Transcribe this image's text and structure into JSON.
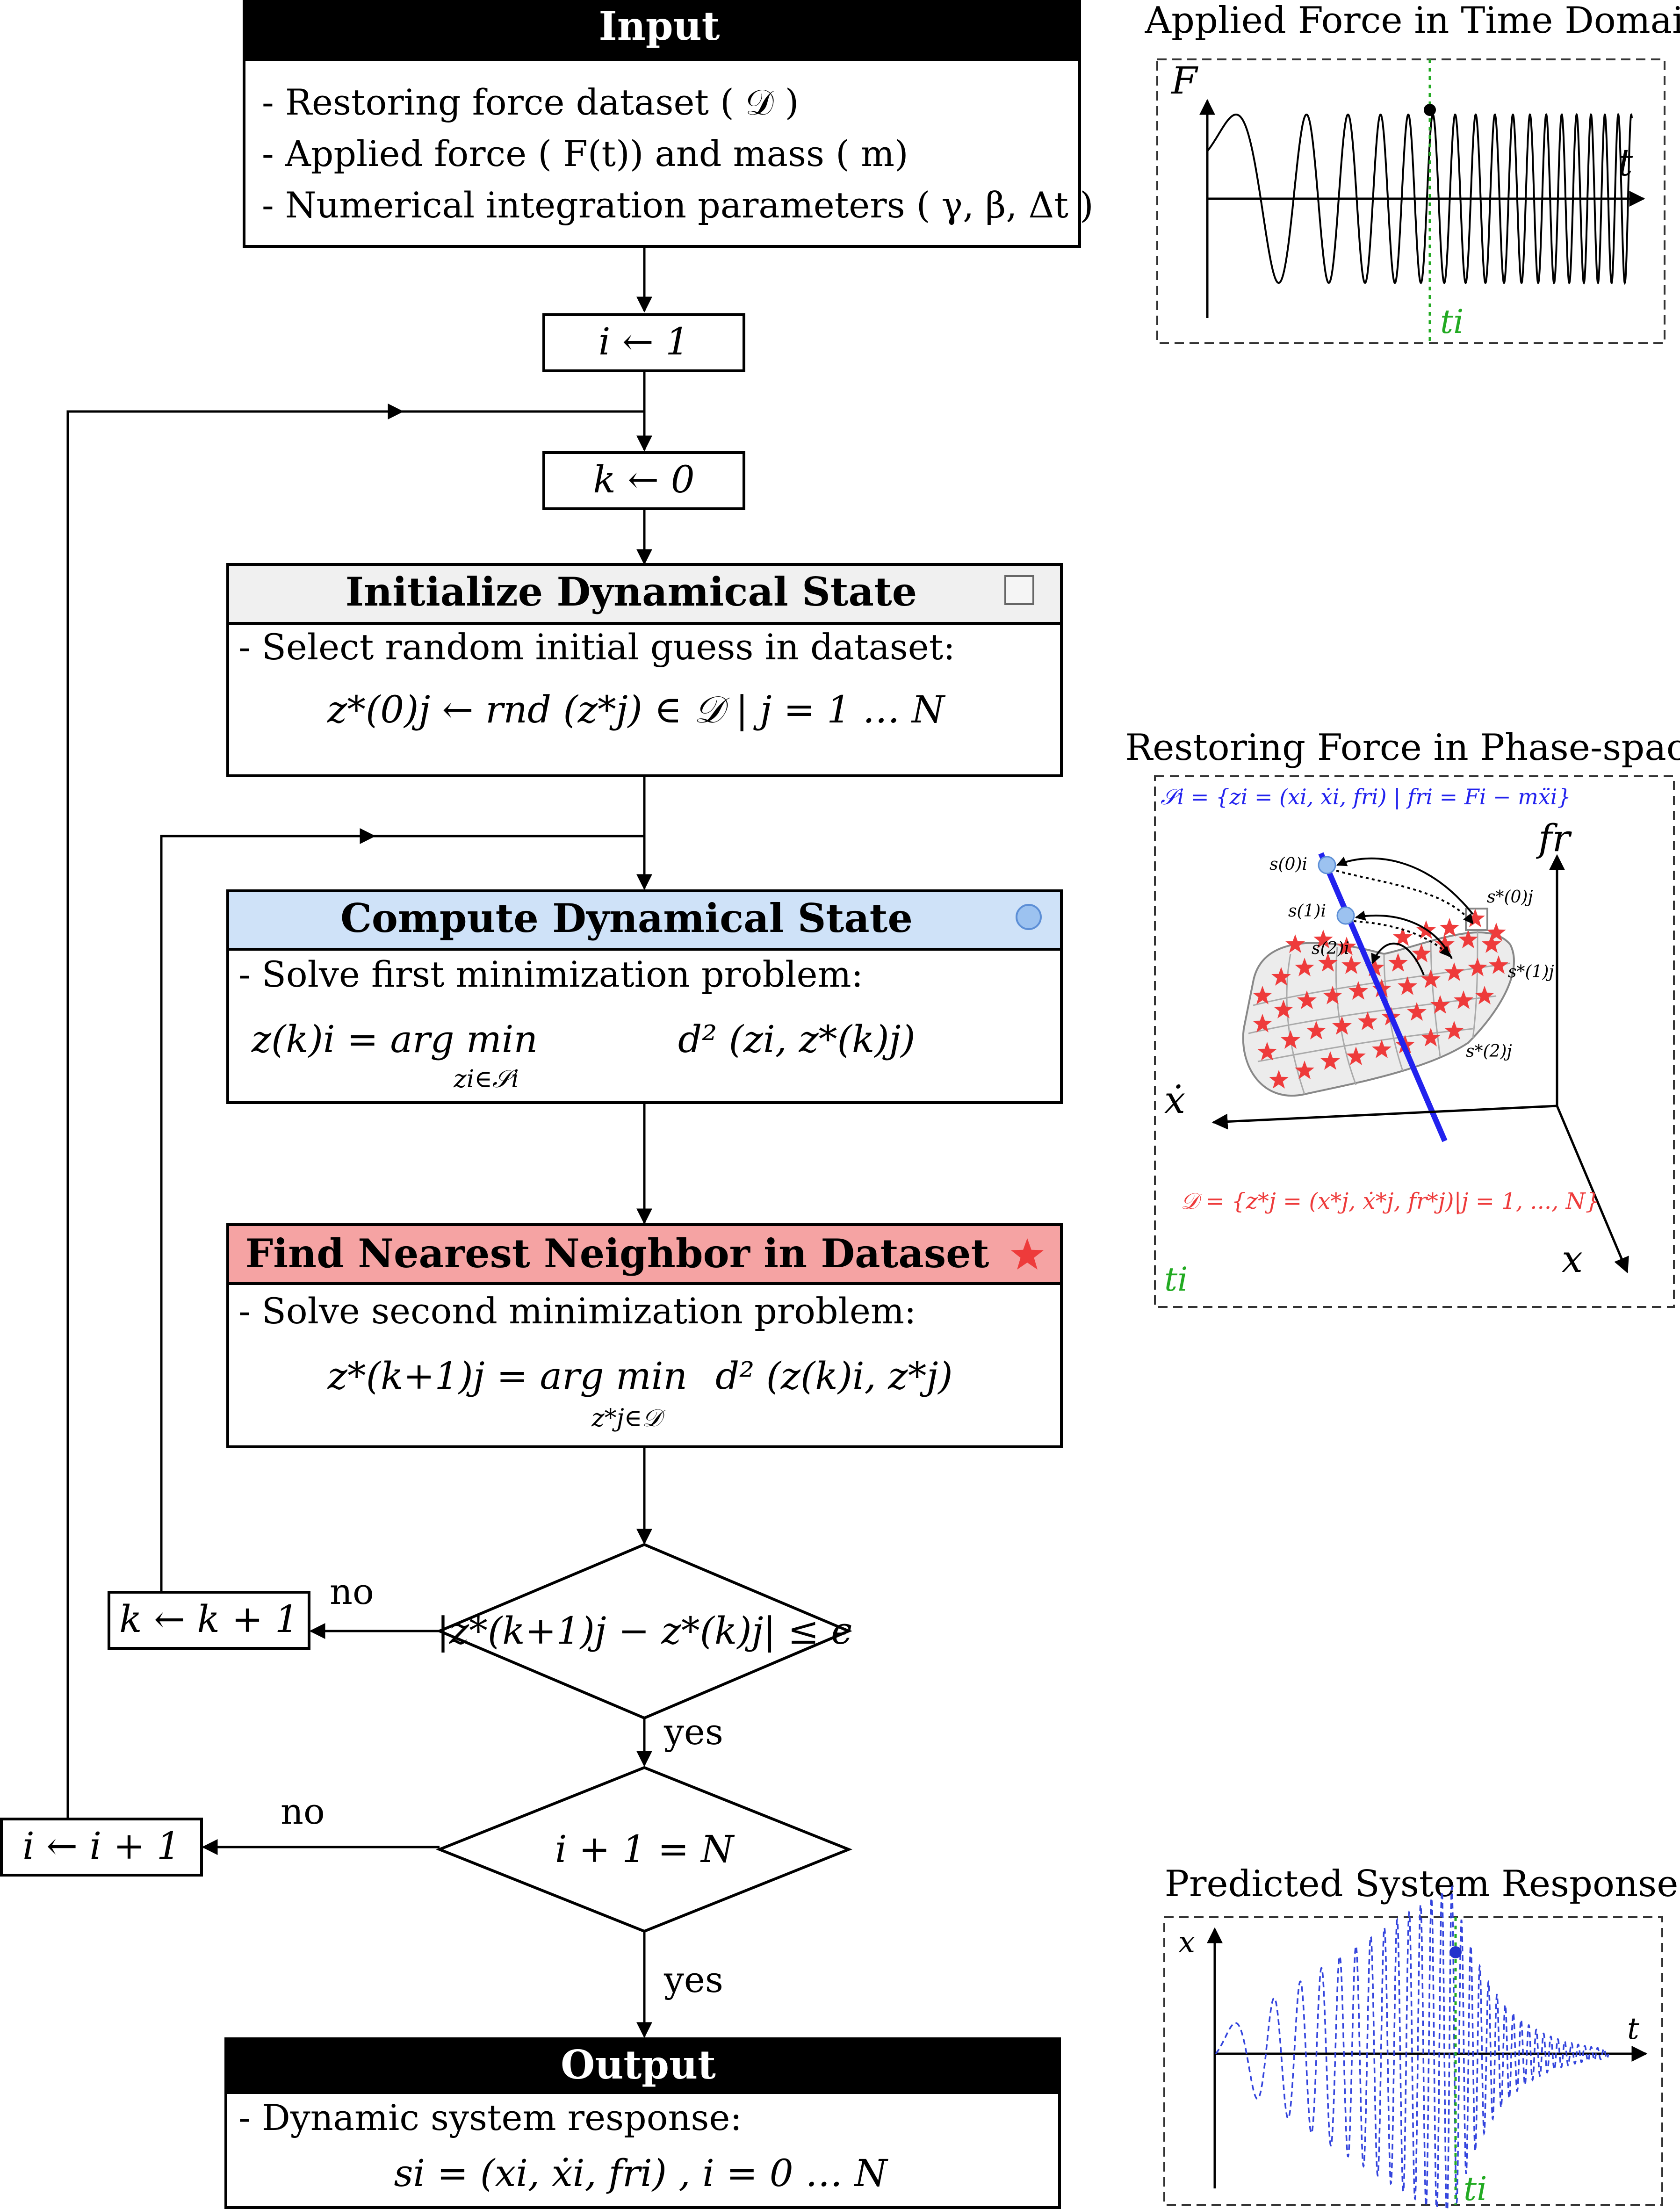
{
  "colors": {
    "input_header": "#000000",
    "init_header": "#f0f0f0",
    "compute_header": "#cfe2f8",
    "nearest_header": "#f5a3a3",
    "output_header": "#000000",
    "blue_marker": "#9cc2f0",
    "red_star": "#e83030",
    "blue_line": "#2222ee",
    "green_line": "#22aa22",
    "response_line": "#3344dd"
  },
  "icons": {
    "init": "square-outline-icon",
    "compute": "blue-circle-icon",
    "nearest": "red-star-icon"
  },
  "flowchart": {
    "input": {
      "title": "Input",
      "lines": [
        "- Restoring force dataset ( 𝒟 )",
        "- Applied force ( F(t)) and mass ( m)",
        "- Numerical integration parameters ( γ, β, Δt )"
      ]
    },
    "i_init": "i ← 1",
    "k_init": "k ← 0",
    "initialize": {
      "title": "Initialize Dynamical State",
      "text": "- Select random initial guess in dataset:",
      "equation": "z*(0)j ← rnd (z*j) ∈ 𝒟 | j = 1 … N"
    },
    "compute": {
      "title": "Compute Dynamical State",
      "text": "- Solve first minimization problem:",
      "equation_lhs": "z(k)i = arg min",
      "equation_sub": "zi∈𝒮i",
      "equation_rhs": "d² (zi, z*(k)j)"
    },
    "nearest": {
      "title": "Find Nearest Neighbor in Dataset",
      "text": "- Solve second minimization problem:",
      "equation_lhs": "z*(k+1)j = arg min",
      "equation_sub": "z*j∈𝒟",
      "equation_rhs": "d² (z(k)i, z*j)"
    },
    "convergence": "|z*(k+1)j − z*(k)j| ≤ ϵ",
    "k_increment": "k ← k + 1",
    "end_check": "i + 1 = N",
    "i_increment": "i ← i + 1",
    "no_label": "no",
    "yes_label": "yes",
    "output": {
      "title": "Output",
      "text": "- Dynamic system response:",
      "equation": "si = (xi, ẋi, fri) , i = 0 … N"
    }
  },
  "panels": {
    "force": {
      "title": "Applied Force in Time Domain",
      "y_label": "F",
      "x_label": "t",
      "marker_label": "ti"
    },
    "phase": {
      "title": "Restoring Force in Phase-space",
      "constraint_set": "𝒮i = {zi = (xi, ẋi, fri) | fri = Fi − mẍi}",
      "dataset": "𝒟 = {z*j = (x*j, ẋ*j, fr*j)|j = 1, ..., N}",
      "axis_fr": "fr",
      "axis_xdot": "ẋ",
      "axis_x": "x",
      "time_label": "ti",
      "s0": "s(0)i",
      "s1": "s(1)i",
      "s2": "s(2)i",
      "zs0": "s*(0)j",
      "zs1": "s*(1)j",
      "zs2": "s*(2)j"
    },
    "response": {
      "title": "Predicted System Response",
      "y_label": "x",
      "x_label": "t",
      "marker_label": "ti"
    }
  }
}
